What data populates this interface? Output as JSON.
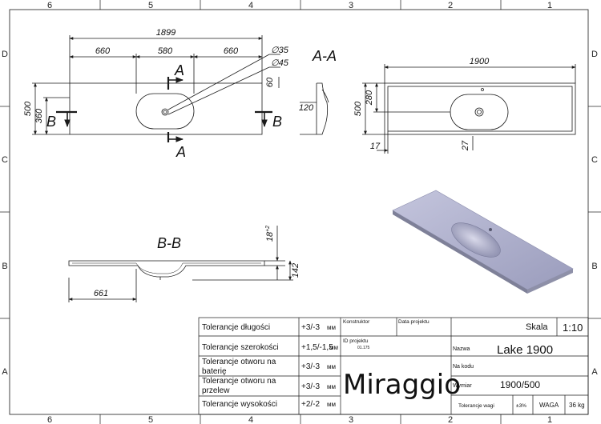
{
  "frame": {
    "top_cols": [
      "6",
      "5",
      "4",
      "3",
      "2",
      "1"
    ],
    "bottom_cols": [
      "6",
      "5",
      "4",
      "3",
      "2",
      "1"
    ],
    "rows": [
      "D",
      "C",
      "B",
      "A"
    ]
  },
  "plan_view": {
    "overall_width": "1899",
    "dim_left": "660",
    "dim_mid": "580",
    "dim_right": "660",
    "height_outer": "500",
    "height_inner": "360",
    "offset_60": "60",
    "dia_small": "∅35",
    "dia_large": "∅45",
    "section_a": "A",
    "section_b": "B"
  },
  "section_aa": {
    "title": "A-A",
    "depth": "120"
  },
  "top_view": {
    "width": "1900",
    "height": "500",
    "dim_280": "280",
    "dim_17": "17",
    "dim_27": "27"
  },
  "section_bb": {
    "title": "B-B",
    "dim_661": "661",
    "dim_18": "18",
    "dim_18_sup": "+2",
    "dim_142": "142"
  },
  "title_block": {
    "tolerances": [
      {
        "label_lines": [
          "Tolerancje długości"
        ],
        "value": "+3/-3",
        "unit": "мм"
      },
      {
        "label_lines": [
          "Tolerancje szerokości"
        ],
        "value": "+1,5/-1,5",
        "unit": "мм"
      },
      {
        "label_lines": [
          "Tolerancje otworu na",
          "baterię"
        ],
        "value": "+3/-3",
        "unit": "мм"
      },
      {
        "label_lines": [
          "Tolerancje otworu na",
          "przelew"
        ],
        "value": "+3/-3",
        "unit": "мм"
      },
      {
        "label_lines": [
          "Tolerancje wysokości"
        ],
        "value": "+2/-2",
        "unit": "мм"
      }
    ],
    "konstruktor": "Konstruktor",
    "data_projektu": "Data projektu",
    "id_projektu": "ID projektu",
    "id_value": "01.175",
    "brand": "Miraggio",
    "skala_label": "Skala",
    "skala_value": "1:10",
    "nazwa_label": "Nazwa",
    "nazwa_value": "Lake 1900",
    "kod_label": "Na kodu",
    "wymiar_label": "Wymiar",
    "wymiar_value": "1900/500",
    "tol_wagi_label": "Tolerancje wagi",
    "tol_wagi_value": "±3%",
    "waga_label": "WAGA",
    "waga_value": "36 kg"
  },
  "colors": {
    "line": "#1a1a1a",
    "basin_top": "#b6b8d4",
    "basin_dark": "#8e90b0",
    "basin_light": "#d6d7ea"
  }
}
